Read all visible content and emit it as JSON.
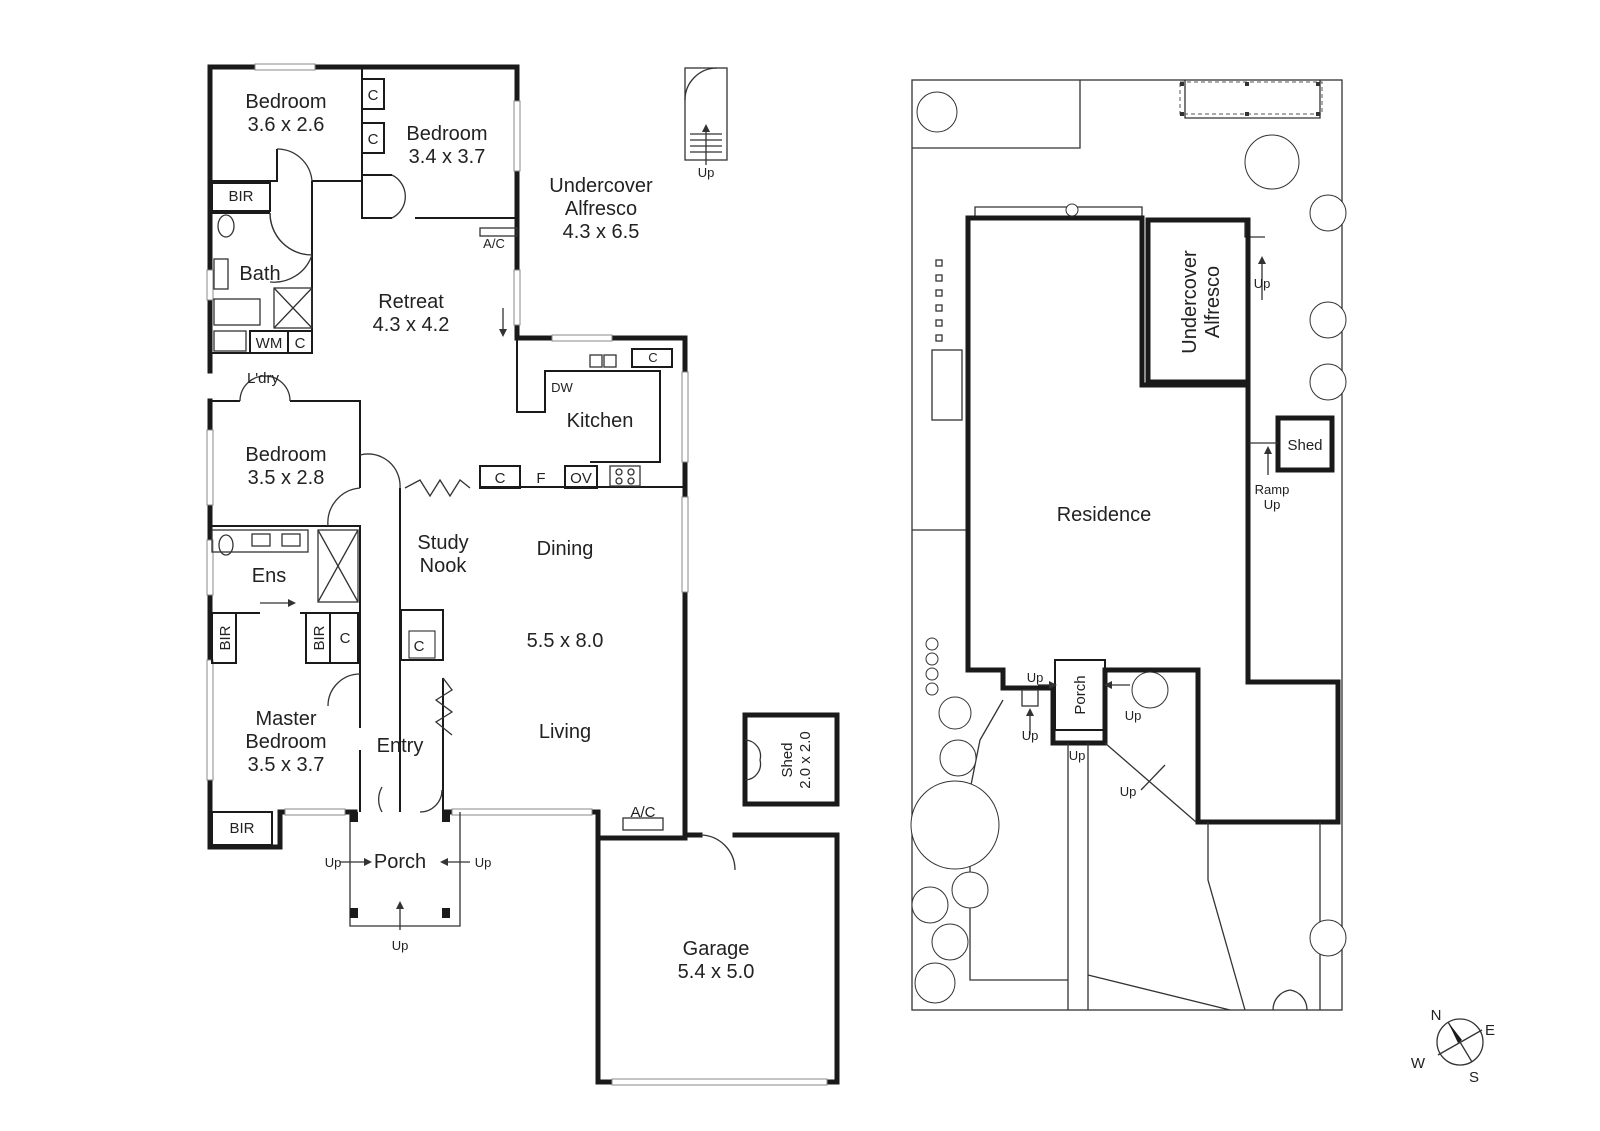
{
  "floor_plan": {
    "rooms": {
      "bedroom_1": {
        "name": "Bedroom",
        "size": "3.6 x 2.6"
      },
      "bedroom_2": {
        "name": "Bedroom",
        "size": "3.4 x 3.7"
      },
      "alfresco": {
        "name_line1": "Undercover",
        "name_line2": "Alfresco",
        "size": "4.3 x 6.5"
      },
      "retreat": {
        "name": "Retreat",
        "size": "4.3 x 4.2"
      },
      "kitchen": {
        "name": "Kitchen"
      },
      "bedroom_3": {
        "name": "Bedroom",
        "size": "3.5 x 2.8"
      },
      "study": {
        "name_line1": "Study",
        "name_line2": "Nook"
      },
      "dining": {
        "name": "Dining"
      },
      "living_dims": {
        "size": "5.5 x 8.0"
      },
      "living": {
        "name": "Living"
      },
      "ensuite": {
        "name": "Ens"
      },
      "master": {
        "name_line1": "Master",
        "name_line2": "Bedroom",
        "size": "3.5 x 3.7"
      },
      "entry": {
        "name": "Entry"
      },
      "porch": {
        "name": "Porch"
      },
      "garage": {
        "name": "Garage",
        "size": "5.4 x 5.0"
      },
      "shed": {
        "name": "Shed",
        "size": "2.0 x 2.0"
      },
      "bath": {
        "name": "Bath"
      },
      "laundry": {
        "name": "L'dry"
      }
    },
    "fixtures": {
      "cupboard": "C",
      "bir": "BIR",
      "wm": "WM",
      "ac": "A/C",
      "dw": "DW",
      "fridge": "F",
      "oven": "OV",
      "up": "Up"
    }
  },
  "site_plan": {
    "residence": "Residence",
    "alfresco_line1": "Undercover",
    "alfresco_line2": "Alfresco",
    "shed": "Shed",
    "porch": "Porch",
    "ramp_line1": "Ramp",
    "ramp_line2": "Up",
    "up": "Up"
  },
  "compass": {
    "n": "N",
    "e": "E",
    "s": "S",
    "w": "W"
  }
}
